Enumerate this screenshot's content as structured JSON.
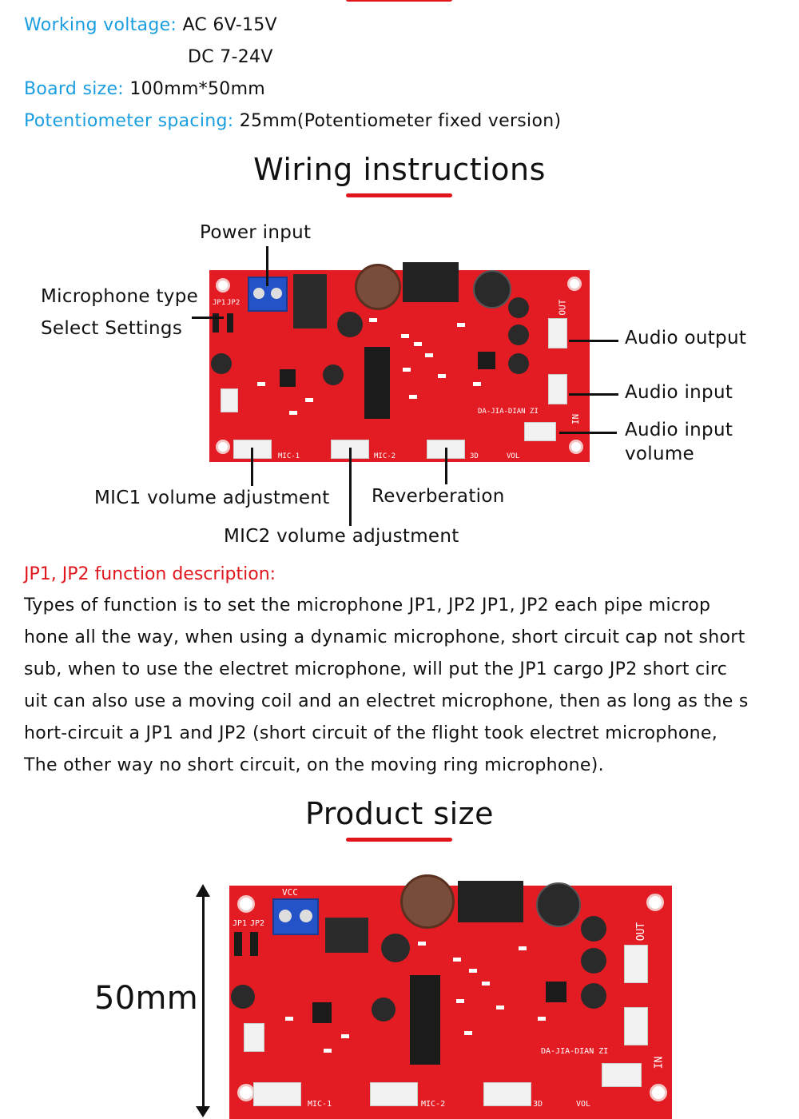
{
  "specs": [
    {
      "key": "Working voltage:",
      "value": "AC 6V-15V"
    },
    {
      "key": "",
      "value": "DC 7-24V"
    },
    {
      "key": "Board size:",
      "value": "100mm*50mm"
    },
    {
      "key": "Potentiometer spacing:",
      "value": "25mm(Potentiometer fixed version)"
    }
  ],
  "wiring": {
    "title": "Wiring instructions",
    "labels": {
      "power_input": "Power input",
      "mic_type_1": "Microphone type",
      "mic_type_2": "Select Settings",
      "audio_output": "Audio output",
      "audio_input": "Audio input",
      "audio_input_volume_1": "Audio input",
      "audio_input_volume_2": "volume",
      "mic1_volume": "MIC1 volume adjustment",
      "reverberation": "Reverberation",
      "mic2_volume": "MIC2 volume adjustment"
    },
    "silkscreen": {
      "out": "OUT",
      "in": "IN",
      "mic1": "MIC-1",
      "mic2": "MIC-2",
      "d3": "3D",
      "vol": "VOL",
      "brand": "DA-JIA-DIAN ZI",
      "jp1": "JP1",
      "jp2": "JP2"
    }
  },
  "jp_section": {
    "title": "JP1, JP2 function description:",
    "lines": [
      "Types of function is to set the microphone JP1, JP2 JP1, JP2 each pipe microp",
      "hone all the way, when using a dynamic microphone, short circuit cap not short",
      "sub, when to use the electret microphone, will put the JP1 cargo JP2 short circ",
      "uit can also use a moving coil and an electret microphone, then as long as the s",
      "hort-circuit a JP1 and JP2 (short circuit of the flight took electret microphone,",
      "The other way no short circuit, on the moving ring microphone)."
    ]
  },
  "product_size": {
    "title": "Product size",
    "dimension": "50mm",
    "silkscreen": {
      "vcc": "VCC",
      "out": "OUT",
      "in": "IN",
      "mic1": "MIC-1",
      "mic2": "MIC-2",
      "d3": "3D",
      "vol": "VOL",
      "brand": "DA-JIA-DIAN ZI",
      "jp1": "JP1",
      "jp2": "JP2"
    }
  },
  "colors": {
    "accent_blue": "#1a9ee0",
    "accent_red": "#e0161c",
    "board_red": "#e31b23"
  }
}
